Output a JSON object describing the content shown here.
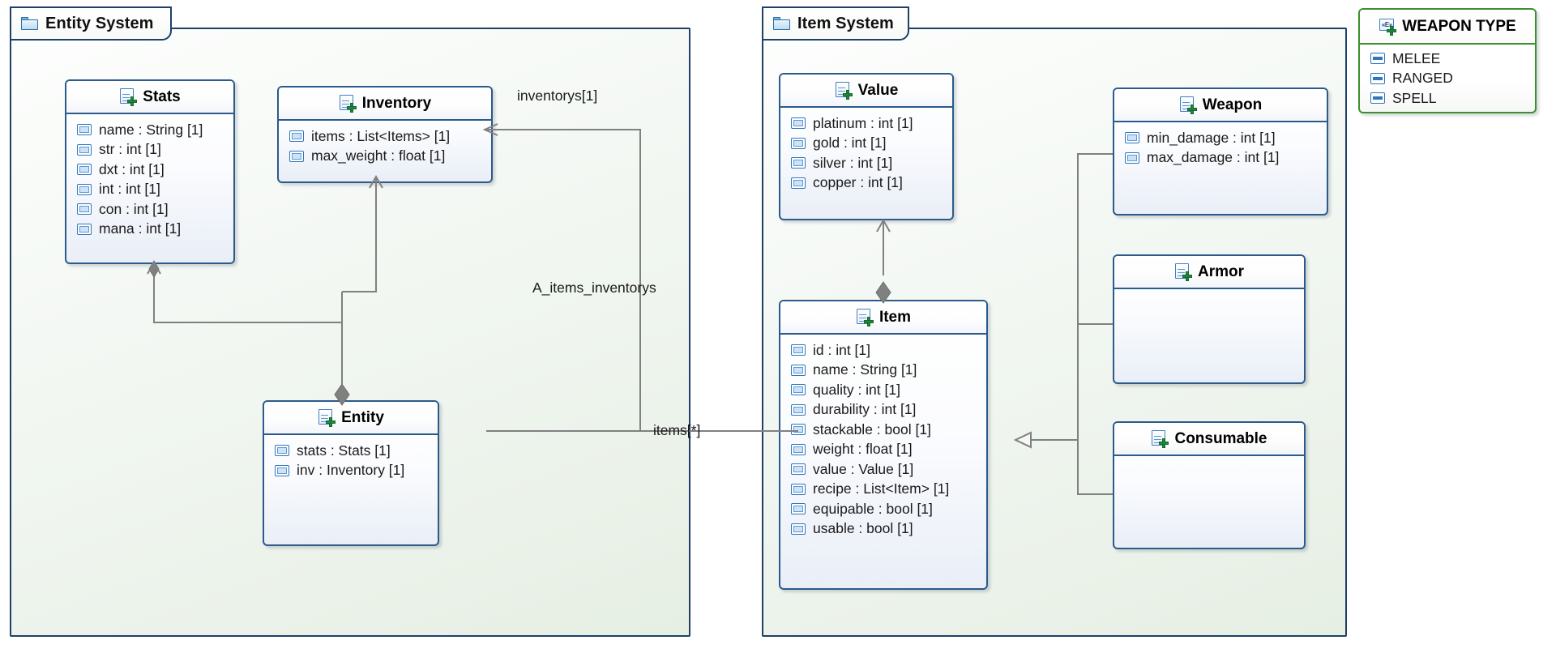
{
  "diagram": {
    "title": "UML Class Diagram",
    "colors": {
      "class_border": "#2b5a8c",
      "package_border": "#1f3f66",
      "enum_border": "#3c8f2e",
      "connector": "#808080",
      "package_fill": "#e6efe4",
      "plus_green": "#1f8a3c"
    }
  },
  "packages": [
    {
      "id": "entity-system",
      "title": "Entity System",
      "icon": "folder-icon"
    },
    {
      "id": "item-system",
      "title": "Item System",
      "icon": "folder-icon"
    }
  ],
  "classes": [
    {
      "id": "stats",
      "name": "Stats",
      "icon": "class-icon",
      "attributes": [
        "name : String [1]",
        "str : int [1]",
        "dxt : int [1]",
        "int : int [1]",
        "con : int [1]",
        "mana : int [1]"
      ]
    },
    {
      "id": "inventory",
      "name": "Inventory",
      "icon": "class-icon",
      "attributes": [
        "items : List<Items> [1]",
        "max_weight : float [1]"
      ]
    },
    {
      "id": "entity",
      "name": "Entity",
      "icon": "class-icon",
      "attributes": [
        "stats : Stats [1]",
        "inv : Inventory [1]"
      ]
    },
    {
      "id": "value",
      "name": "Value",
      "icon": "class-icon",
      "attributes": [
        "platinum : int [1]",
        "gold : int [1]",
        "silver : int [1]",
        "copper : int [1]"
      ]
    },
    {
      "id": "item",
      "name": "Item",
      "icon": "class-icon",
      "attributes": [
        "id : int [1]",
        "name : String [1]",
        "quality : int [1]",
        "durability : int [1]",
        "stackable : bool [1]",
        "weight : float [1]",
        "value : Value [1]",
        "recipe : List<Item> [1]",
        "equipable : bool [1]",
        "usable : bool [1]"
      ]
    },
    {
      "id": "weapon",
      "name": "Weapon",
      "icon": "class-icon",
      "attributes": [
        "min_damage : int [1]",
        "max_damage : int [1]"
      ]
    },
    {
      "id": "armor",
      "name": "Armor",
      "icon": "class-icon",
      "attributes": []
    },
    {
      "id": "consumable",
      "name": "Consumable",
      "icon": "class-icon",
      "attributes": []
    }
  ],
  "enumerations": [
    {
      "id": "weapon-type",
      "name": "WEAPON TYPE",
      "icon": "enumeration-icon",
      "literals": [
        "MELEE",
        "RANGED",
        "SPELL"
      ]
    }
  ],
  "edge_labels": {
    "inventorys": "inventorys[1]",
    "association": "A_items_inventorys",
    "items": "items[*]"
  }
}
